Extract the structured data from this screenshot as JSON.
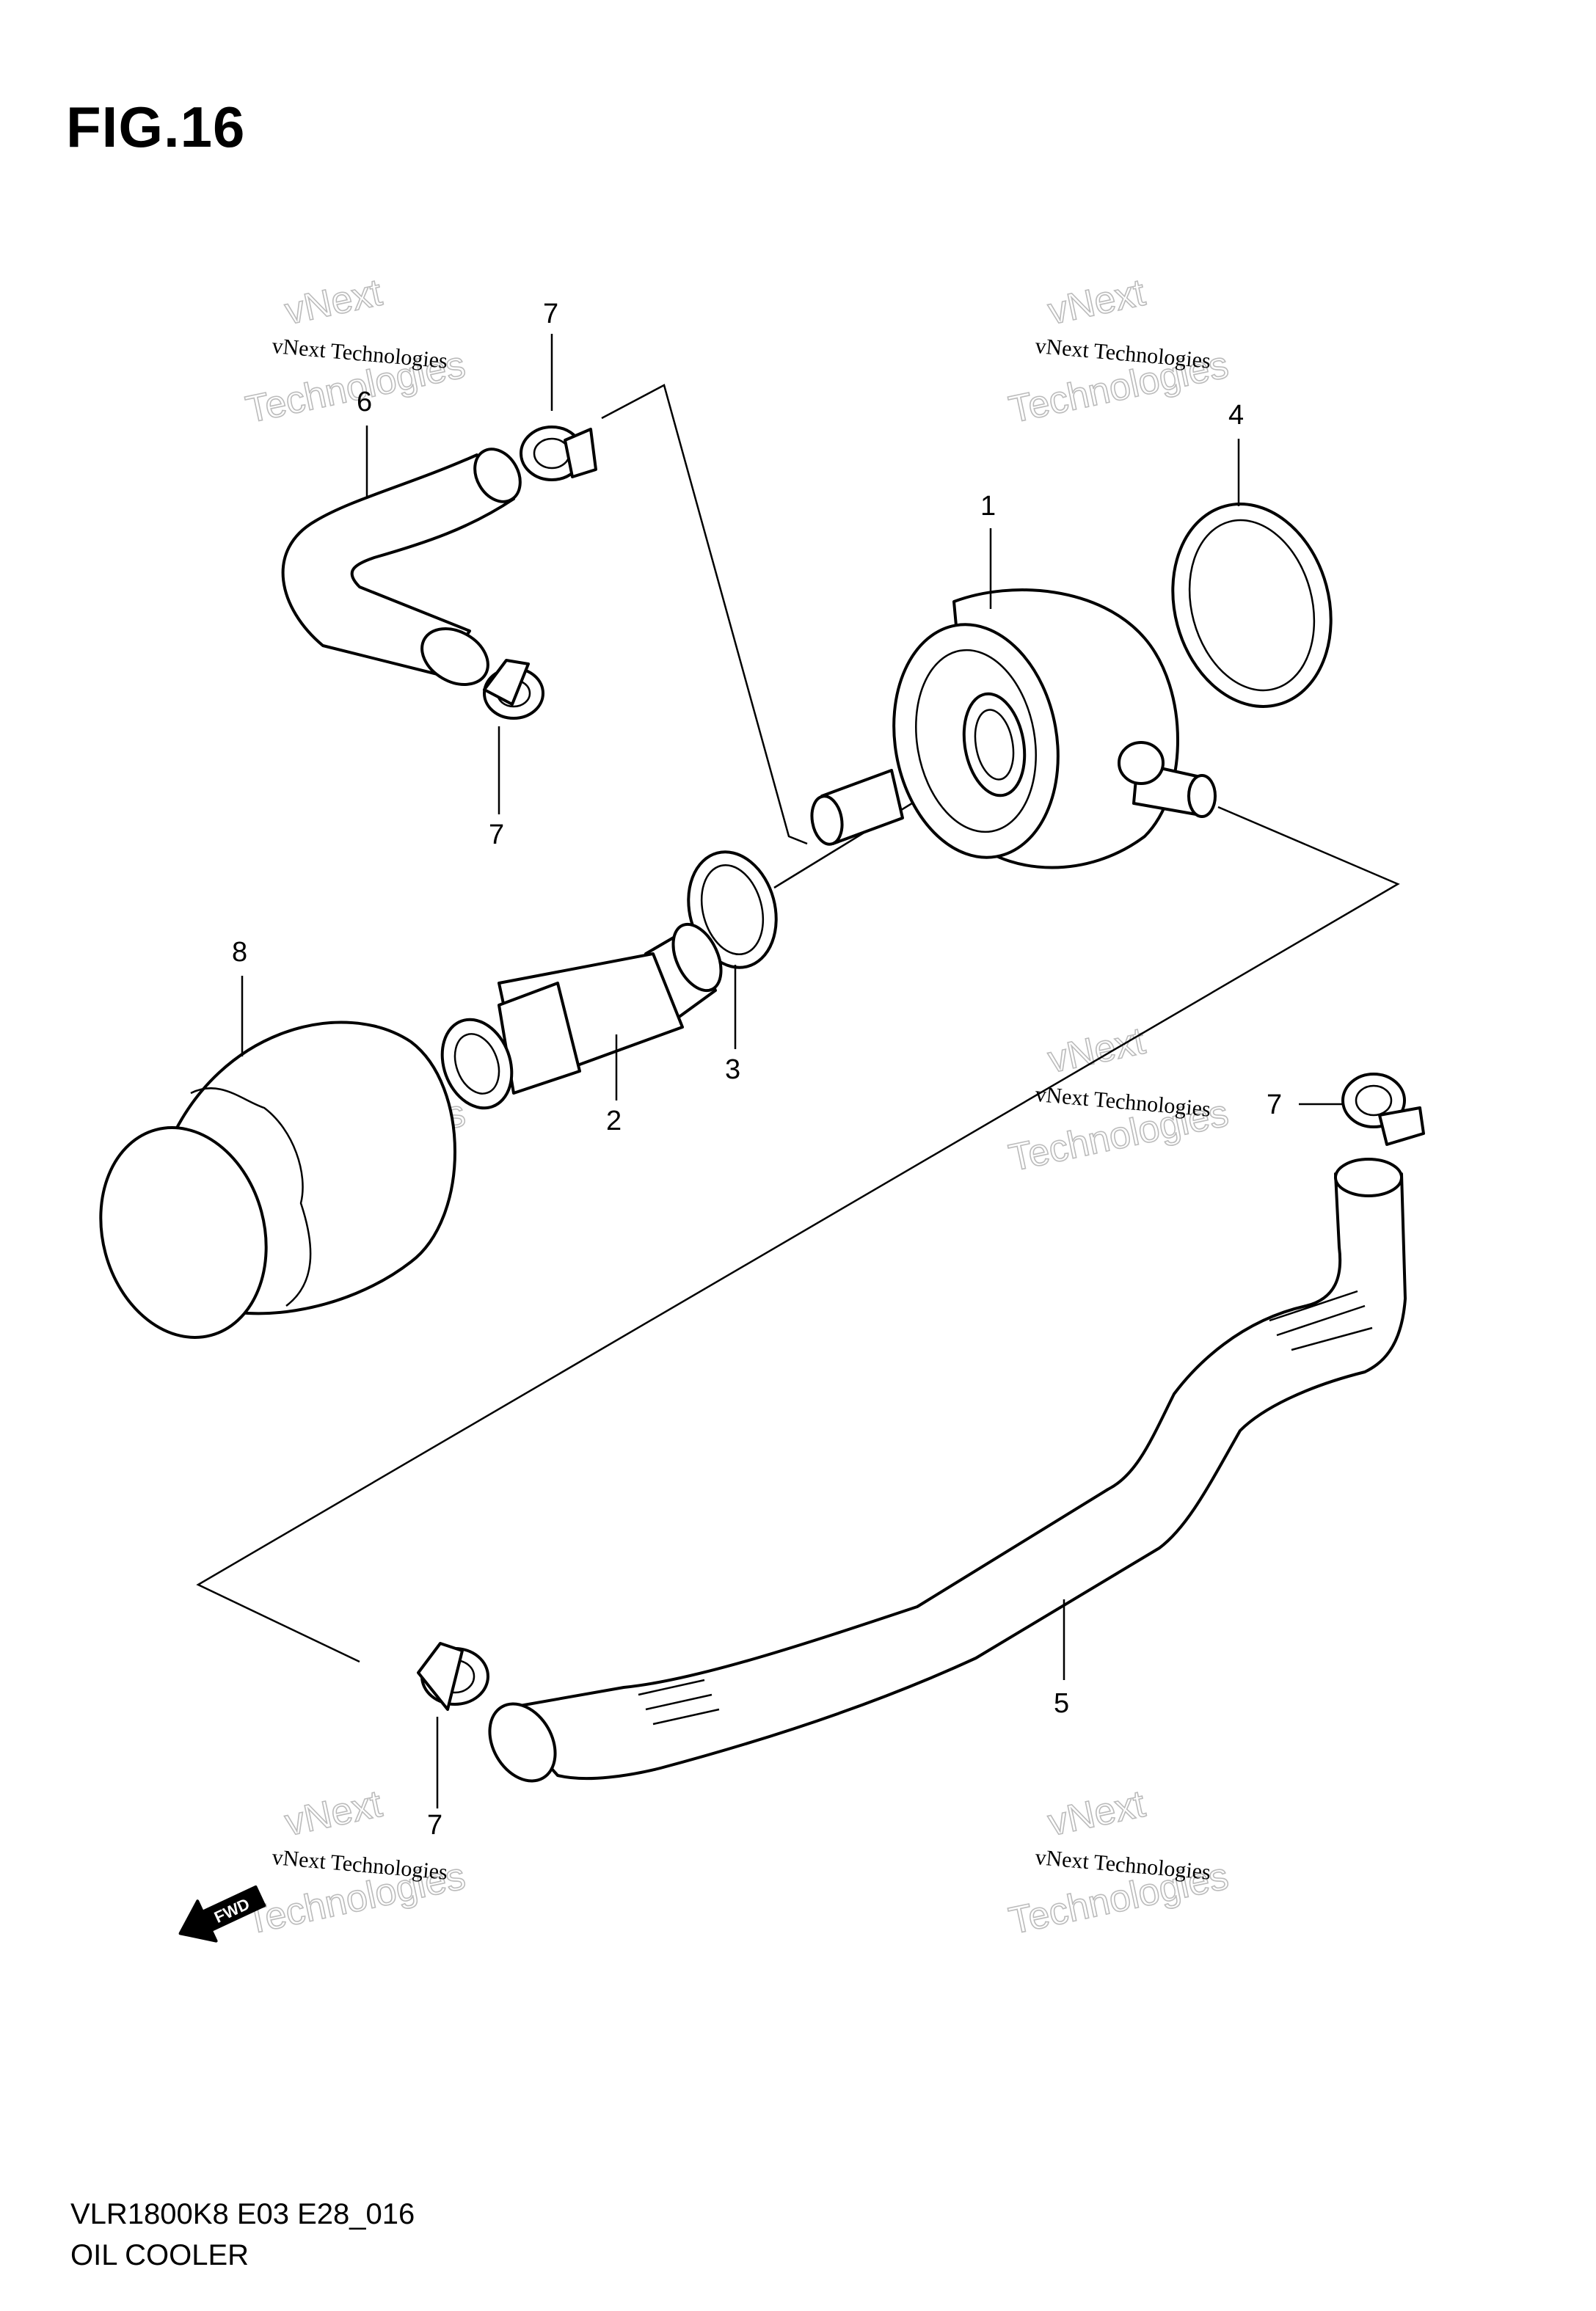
{
  "figure": {
    "title": "FIG.16",
    "model_code": "VLR1800K8 E03 E28_016",
    "name": "OIL COOLER"
  },
  "callouts": [
    {
      "id": "c1",
      "label": "1"
    },
    {
      "id": "c2",
      "label": "2"
    },
    {
      "id": "c3",
      "label": "3"
    },
    {
      "id": "c4",
      "label": "4"
    },
    {
      "id": "c5",
      "label": "5"
    },
    {
      "id": "c6",
      "label": "6"
    },
    {
      "id": "c7a",
      "label": "7"
    },
    {
      "id": "c7b",
      "label": "7"
    },
    {
      "id": "c7c",
      "label": "7"
    },
    {
      "id": "c7d",
      "label": "7"
    },
    {
      "id": "c8",
      "label": "8"
    }
  ],
  "watermark": {
    "line1": "vNext Technologies",
    "line2": "vNext",
    "line3": "Technologies"
  },
  "direction_icon": "fwd-arrow-icon",
  "direction_label": "FWD"
}
